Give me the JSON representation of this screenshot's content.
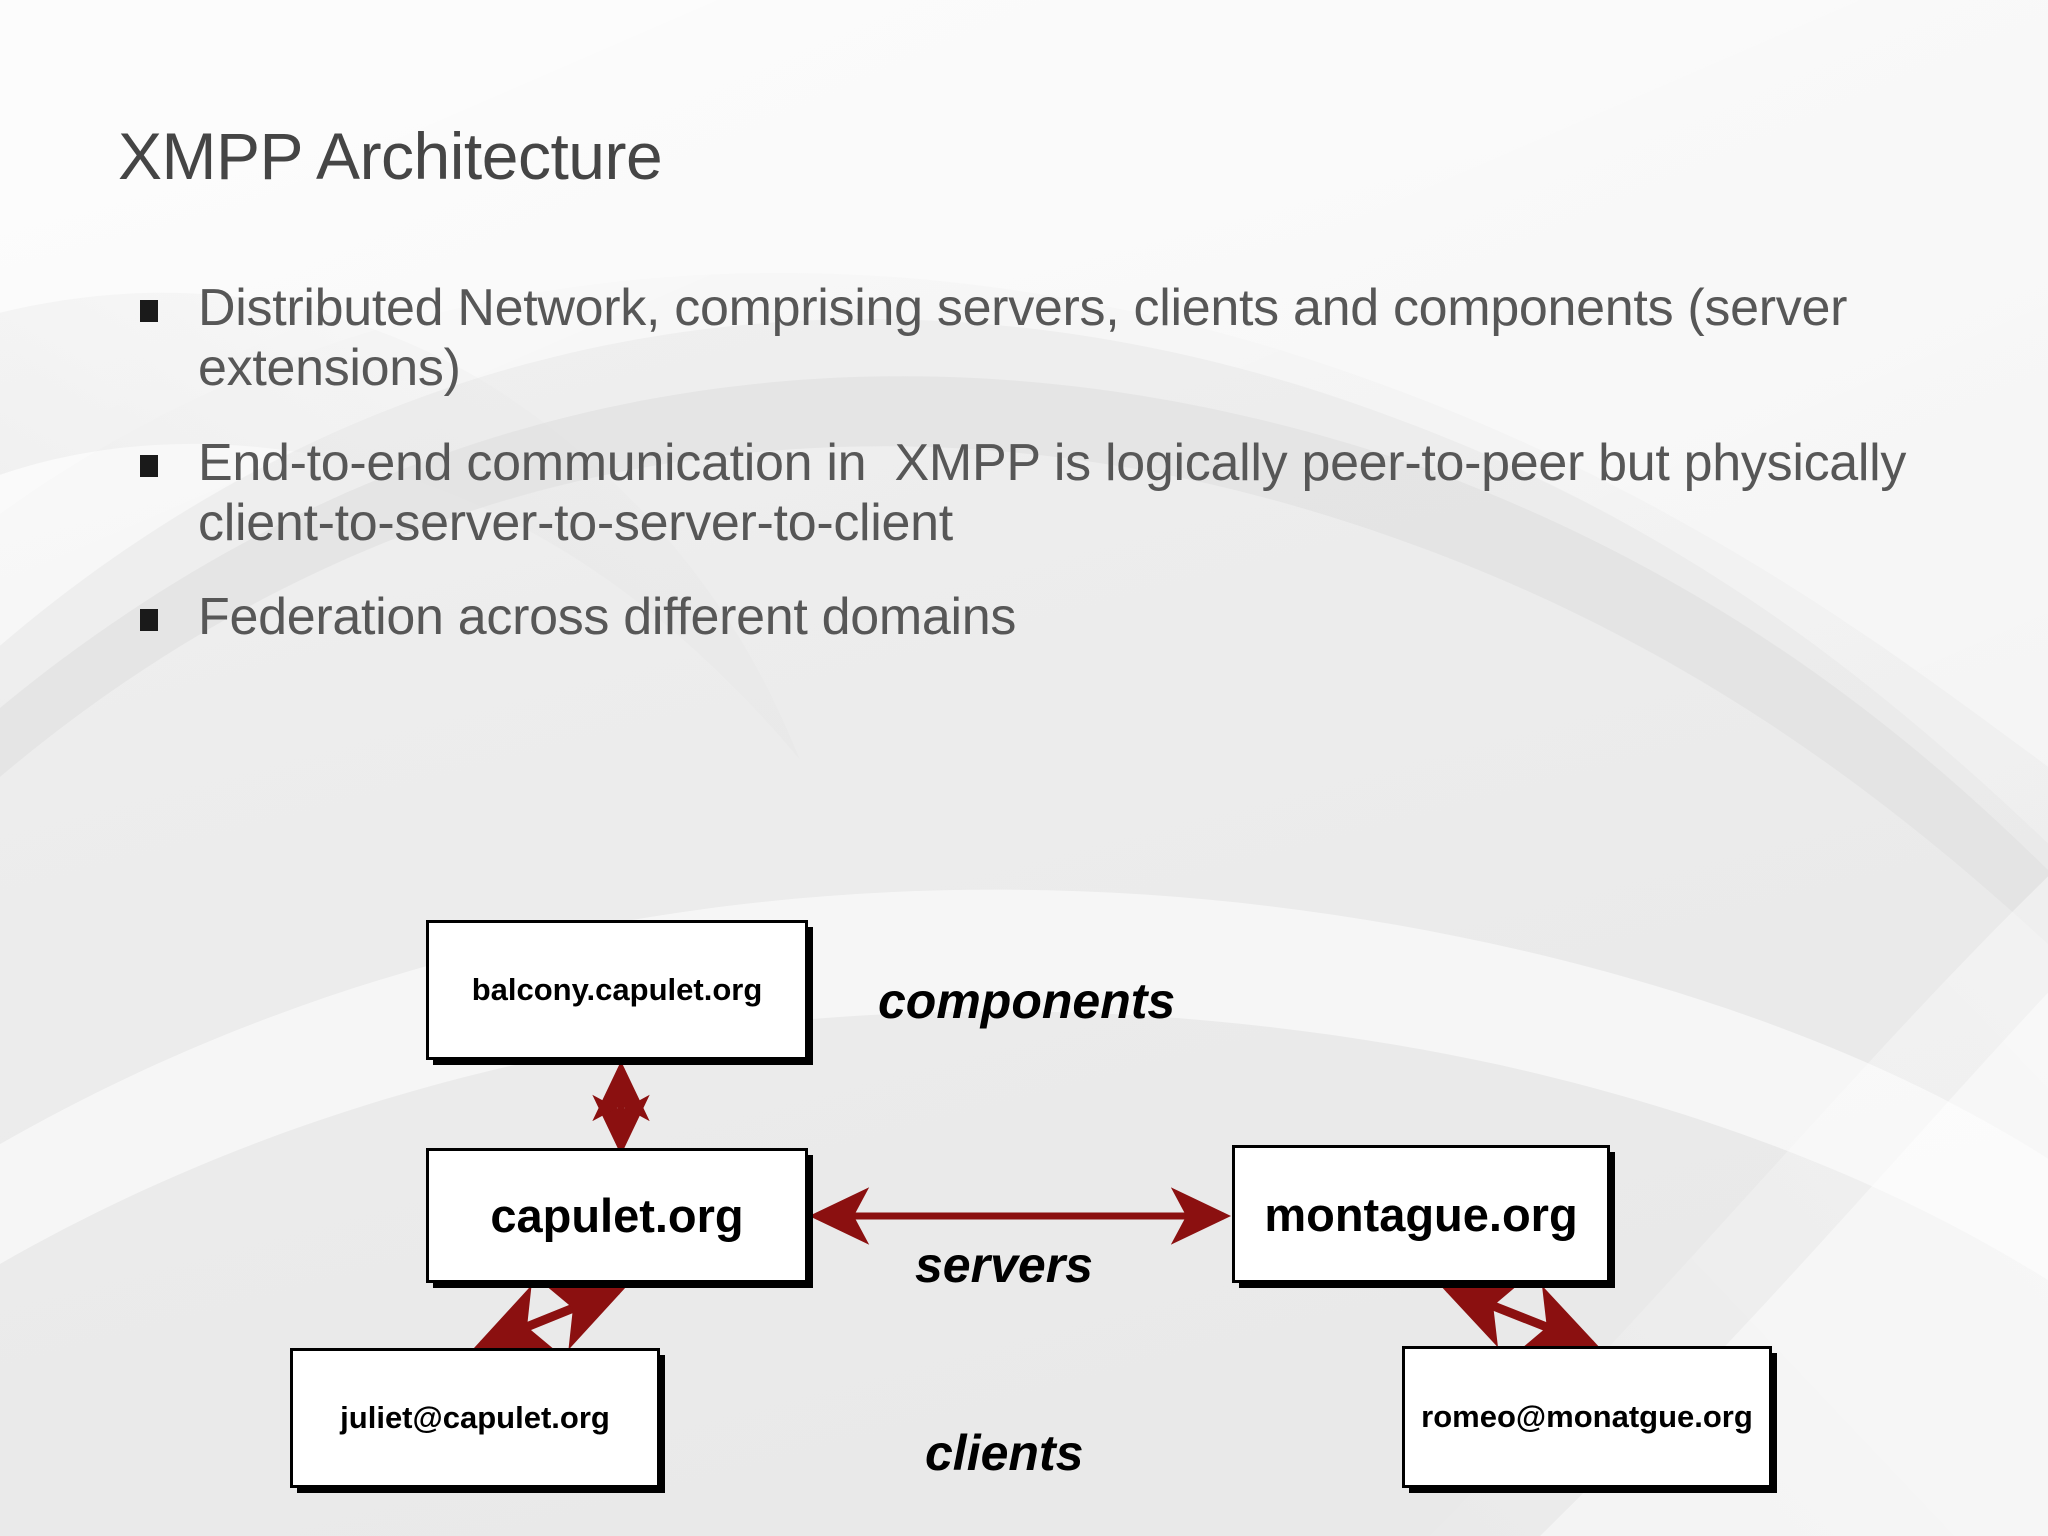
{
  "slide": {
    "title": "XMPP Architecture",
    "background_color": "#eeeeee",
    "title_color": "#454545",
    "body_color": "#575757",
    "arrow_color": "#8b1010",
    "node_border_color": "#000000"
  },
  "bullets": [
    {
      "text": "Distributed Network, comprising servers, clients and components (server extensions)"
    },
    {
      "text": "End-to-end communication in  XMPP is logically peer-to-peer but physically client-to-server-to-server-to-client"
    },
    {
      "text": "Federation across different domains"
    }
  ],
  "diagram": {
    "nodes": [
      {
        "id": "balcony",
        "label": "balcony.capulet.org"
      },
      {
        "id": "capulet",
        "label": "capulet.org"
      },
      {
        "id": "montague",
        "label": "montague.org"
      },
      {
        "id": "juliet",
        "label": "juliet@capulet.org"
      },
      {
        "id": "romeo",
        "label": "romeo@monatgue.org"
      }
    ],
    "labels": {
      "components": "components",
      "servers": "servers",
      "clients": "clients"
    },
    "connections": [
      {
        "from": "capulet",
        "to": "balcony",
        "style": "double-arrow-vertical"
      },
      {
        "from": "capulet",
        "to": "montague",
        "style": "double-arrow-horizontal"
      },
      {
        "from": "juliet",
        "to": "capulet",
        "style": "double-arrow-diagonal"
      },
      {
        "from": "romeo",
        "to": "montague",
        "style": "double-arrow-diagonal"
      }
    ]
  }
}
